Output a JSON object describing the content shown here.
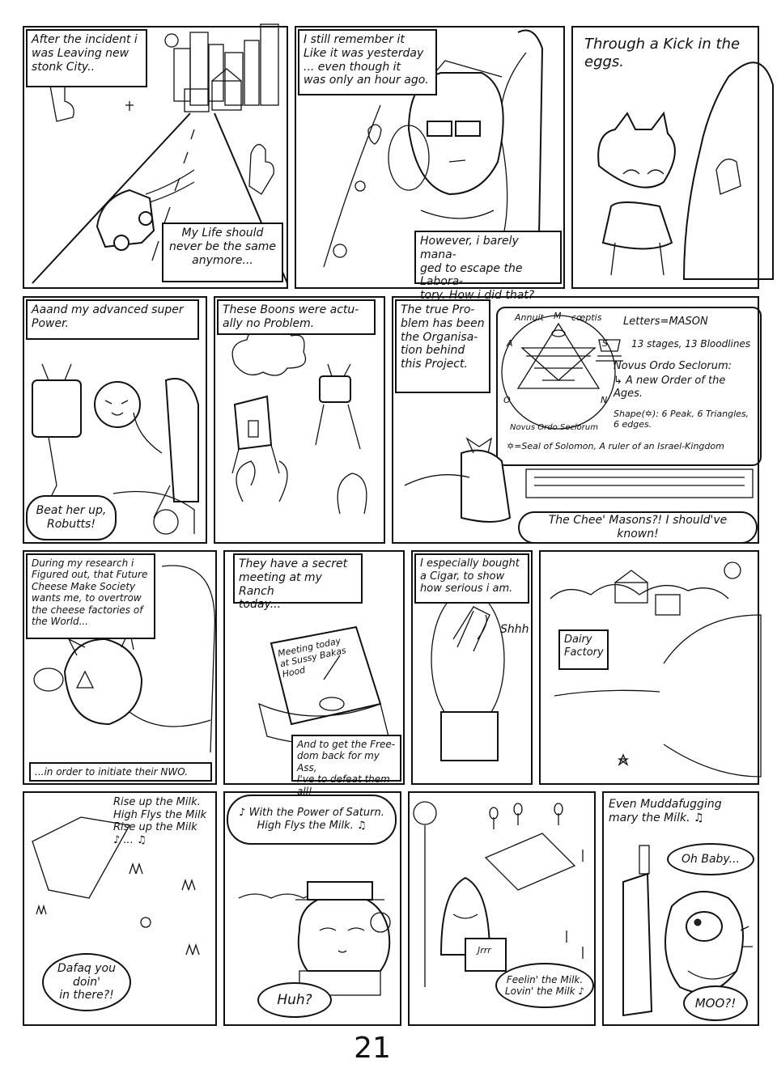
{
  "page_number": "21",
  "row1": {
    "p1_caption": "After the incident i\nwas Leaving new\nstonk City..",
    "p1_caption2": "My Life should\nnever be the same\nanymore...",
    "p2_caption": "I still remember it\nLike it was yesterday\n... even though it\nwas only an hour ago.",
    "p2_caption2": "However, i barely mana-\nged to escape the Labora-\ntory. How i did that?",
    "p3_caption": "Through a Kick in the\neggs."
  },
  "row2": {
    "p1_caption": "Aaand my advanced super\nPower.",
    "p1_bubble": "Beat her up,\nRobutts!",
    "p2_caption": "These Boons were actu-\nally no Problem.",
    "p3_caption": "The true Pro-\nblem has been\nthe Organisa-\ntion behind\nthis Project.",
    "board_letters": "Letters=MASON",
    "board_stages": "13 stages, 13 Bloodlines",
    "board_novus": "Novus Ordo Seclorum:",
    "board_new_order": "↳ A new Order of the\nAges.",
    "board_shape": "Shape(✡): 6 Peak, 6 Triangles,\n6 edges.",
    "board_seal": "✡=Seal of Solomon, A ruler of an Israel-Kingdom",
    "board_annuit": "Annuit",
    "board_coeptis": "cœptis",
    "board_novus_ordo_seclorum": "Novus Ordo Seclorum",
    "board_circle_letters": [
      "A",
      "S",
      "O",
      "N",
      "M"
    ],
    "board_mason_letters": [
      "M",
      "A",
      "S",
      "O",
      "N"
    ],
    "p3_bubble": "The Chee' Masons?! I should've known!"
  },
  "row3": {
    "p1_caption": "During my research i\nFigured out, that Future\nCheese Make Society\nwants me, to overtrow\nthe cheese factories of\nthe World...",
    "p1_caption2": "...in order to initiate their NWO.",
    "p2_caption": "They have a secret\nmeeting at my Ranch\ntoday...",
    "p2_note": "Meeting today\nat Sussy Bakas\nHood",
    "p2_caption2": "And to get the Free-\ndom back for my Ass,\nI've to defeat them all!",
    "p3_caption": "I especially bought\na Cigar, to show\nhow serious i am.",
    "p3_sfx": "Shhh",
    "p4_sign": "Dairy\nFactory"
  },
  "row4": {
    "p1_song": "Rise up the Milk.\nHigh Flys the Milk\nRise up the Milk\n♪ ... ♫",
    "p1_bubble": "Dafaq you\ndoin'\nin there?!",
    "p2_song": "♪ With the Power of Saturn.\nHigh Flys the Milk. ♫",
    "p2_bubble": "Huh?",
    "p3_song": "Feelin' the Milk.\nLovin' the Milk ♪",
    "p3_book": "Jrrr",
    "p4_song": "Even Muddafugging\nmary the Milk. ♫",
    "p4_bubble": "Oh Baby...",
    "p4_bubble2": "MOO?!"
  }
}
